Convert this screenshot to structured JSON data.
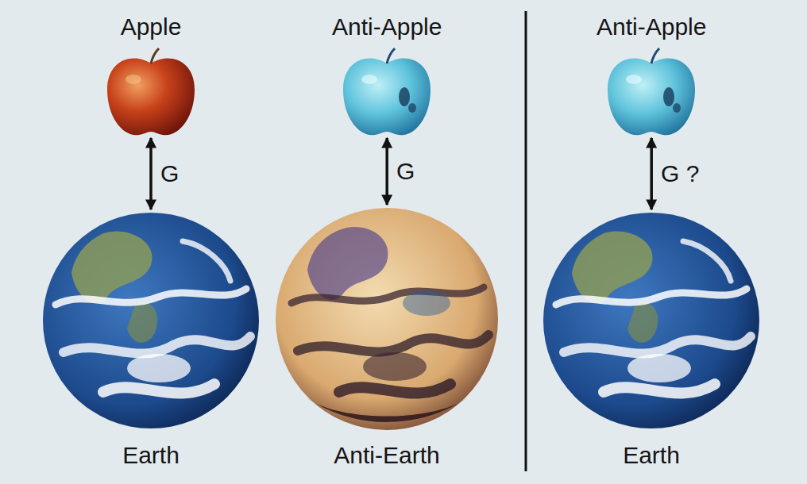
{
  "diagram": {
    "nodes": [
      {
        "text": [
          "Apple"
        ]
      },
      {
        "text": [
          "Anti-Apple"
        ]
      },
      {
        "text": [
          "Anti-Apple"
        ]
      },
      {
        "text": [
          "Earth"
        ]
      },
      {
        "text": [
          "Anti-Earth"
        ]
      },
      {
        "text": [
          "Earth"
        ]
      }
    ],
    "edges": [
      {
        "from": 0,
        "to": 3,
        "arrow": "both",
        "label": "G"
      },
      {
        "from": 1,
        "to": 4,
        "arrow": "both",
        "label": "G"
      },
      {
        "from": 2,
        "to": 5,
        "arrow": "both",
        "label": "G ?"
      }
    ]
  }
}
